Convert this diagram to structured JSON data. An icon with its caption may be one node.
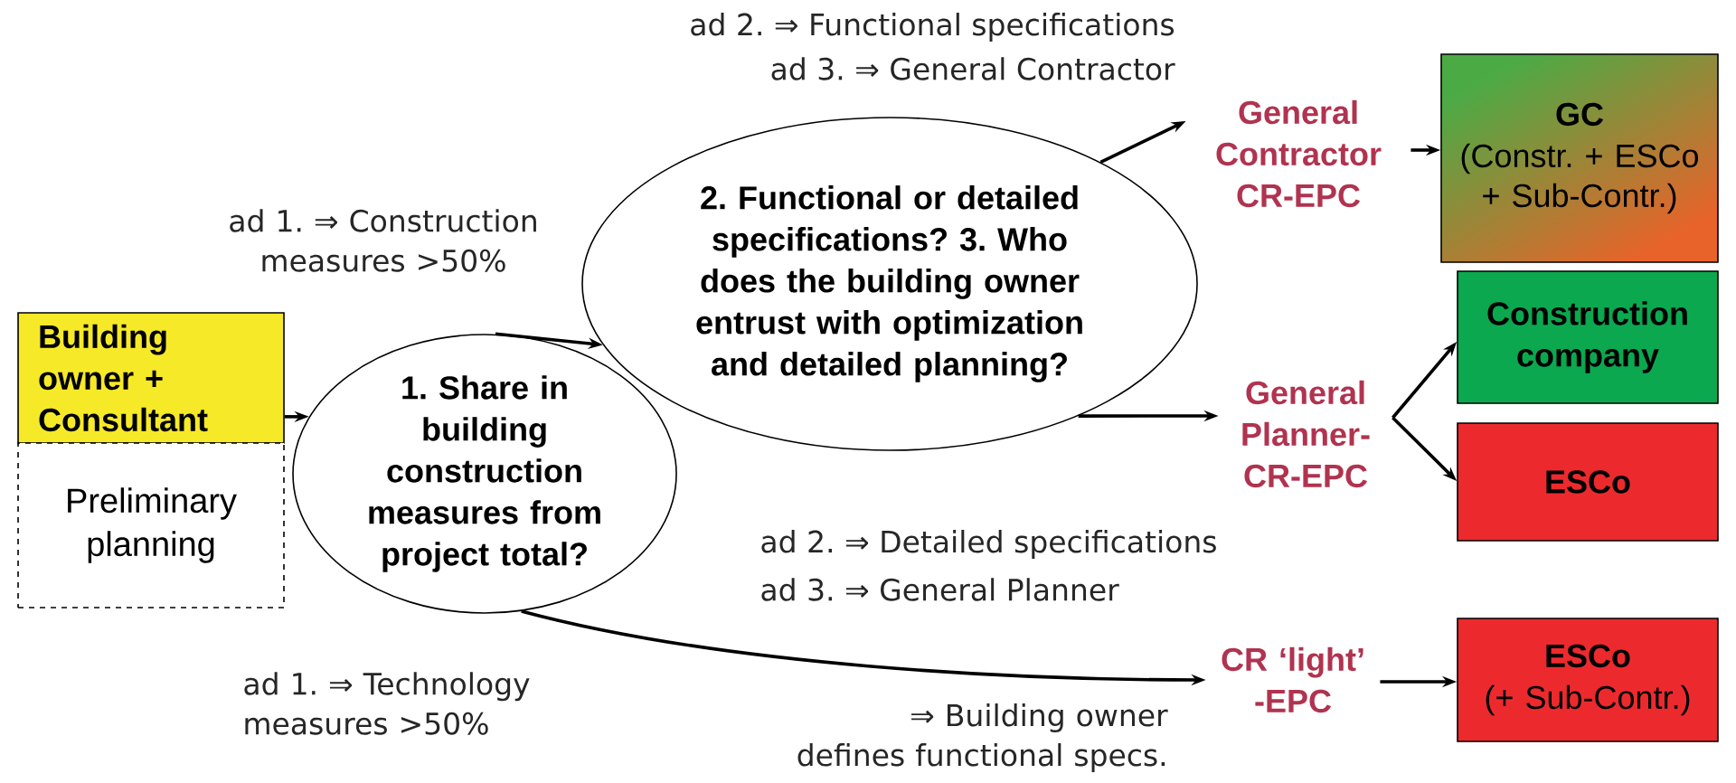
{
  "diagram": {
    "nodes": [
      {
        "text": [
          "Building owner + Consultant"
        ]
      },
      {
        "text": [
          "Preliminary planning"
        ]
      },
      {
        "text": [
          "1. Share in building construction measures from project total?"
        ]
      },
      {
        "text": [
          "2. Functional or detailed specifications? 3. Who does the building owner entrust with optimization and detailed planning?"
        ]
      },
      {
        "text": [
          "General Contractor CR-EPC"
        ]
      },
      {
        "text": [
          "GC",
          "(Constr. + ESCo + Sub-Contr.)"
        ]
      },
      {
        "text": [
          "General Planner-CR-EPC"
        ]
      },
      {
        "text": [
          "Construction company"
        ]
      },
      {
        "text": [
          "ESCo"
        ]
      },
      {
        "text": [
          "CR ‘light’ -EPC"
        ]
      },
      {
        "text": [
          "ESCo",
          "(+ Sub-Contr.)"
        ]
      }
    ],
    "edges": [
      {
        "from": 0,
        "to": 2,
        "arrow": "to"
      },
      {
        "from": 2,
        "to": 3,
        "arrow": "to"
      },
      {
        "from": 3,
        "to": 4,
        "arrow": "to"
      },
      {
        "from": 3,
        "to": 6,
        "arrow": "to"
      },
      {
        "from": 2,
        "to": 9,
        "arrow": "to"
      },
      {
        "from": 4,
        "to": 5,
        "arrow": "to"
      },
      {
        "from": 6,
        "to": 7,
        "arrow": "to"
      },
      {
        "from": 6,
        "to": 8,
        "arrow": "to"
      },
      {
        "from": 9,
        "to": 10,
        "arrow": "to"
      }
    ],
    "labels": [
      "ad 2. ⇒ Functional specifications",
      "ad 3. ⇒ General Contractor",
      "ad 1. ⇒ Construction measures >50%",
      "ad 2. ⇒ Detailed specifications",
      "ad 3. ⇒ General Planner",
      "ad 1. ⇒ Technology measures >50%",
      "⇒ Building owner defines functional specs."
    ]
  }
}
